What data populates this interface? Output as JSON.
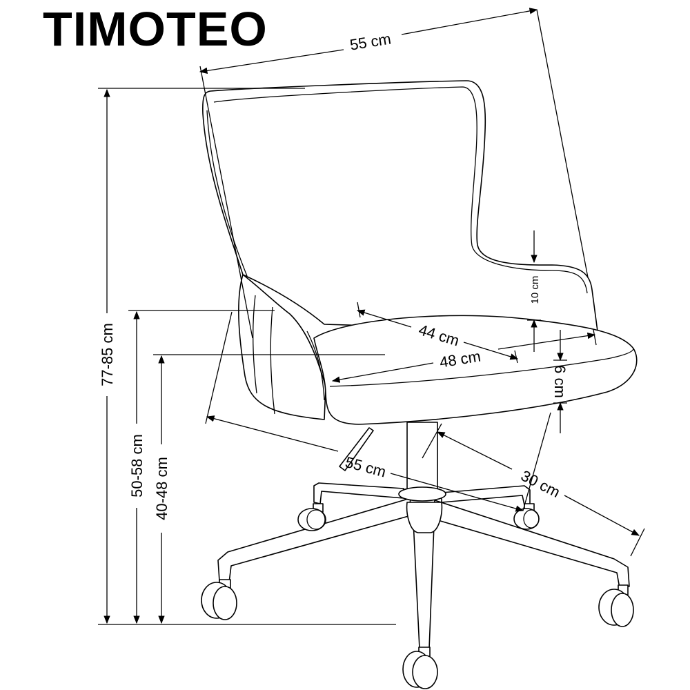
{
  "product": {
    "name": "TIMOTEO"
  },
  "dimensions": {
    "top_width": "55 cm",
    "total_height": "77-85 cm",
    "seat_height_max": "50-58 cm",
    "seat_height_min": "40-48 cm",
    "seat_depth": "44 cm",
    "seat_width": "48 cm",
    "backrest_top": "10 cm",
    "seat_thickness": "6 cm",
    "base_width": "55 cm",
    "base_radius": "30 cm"
  }
}
